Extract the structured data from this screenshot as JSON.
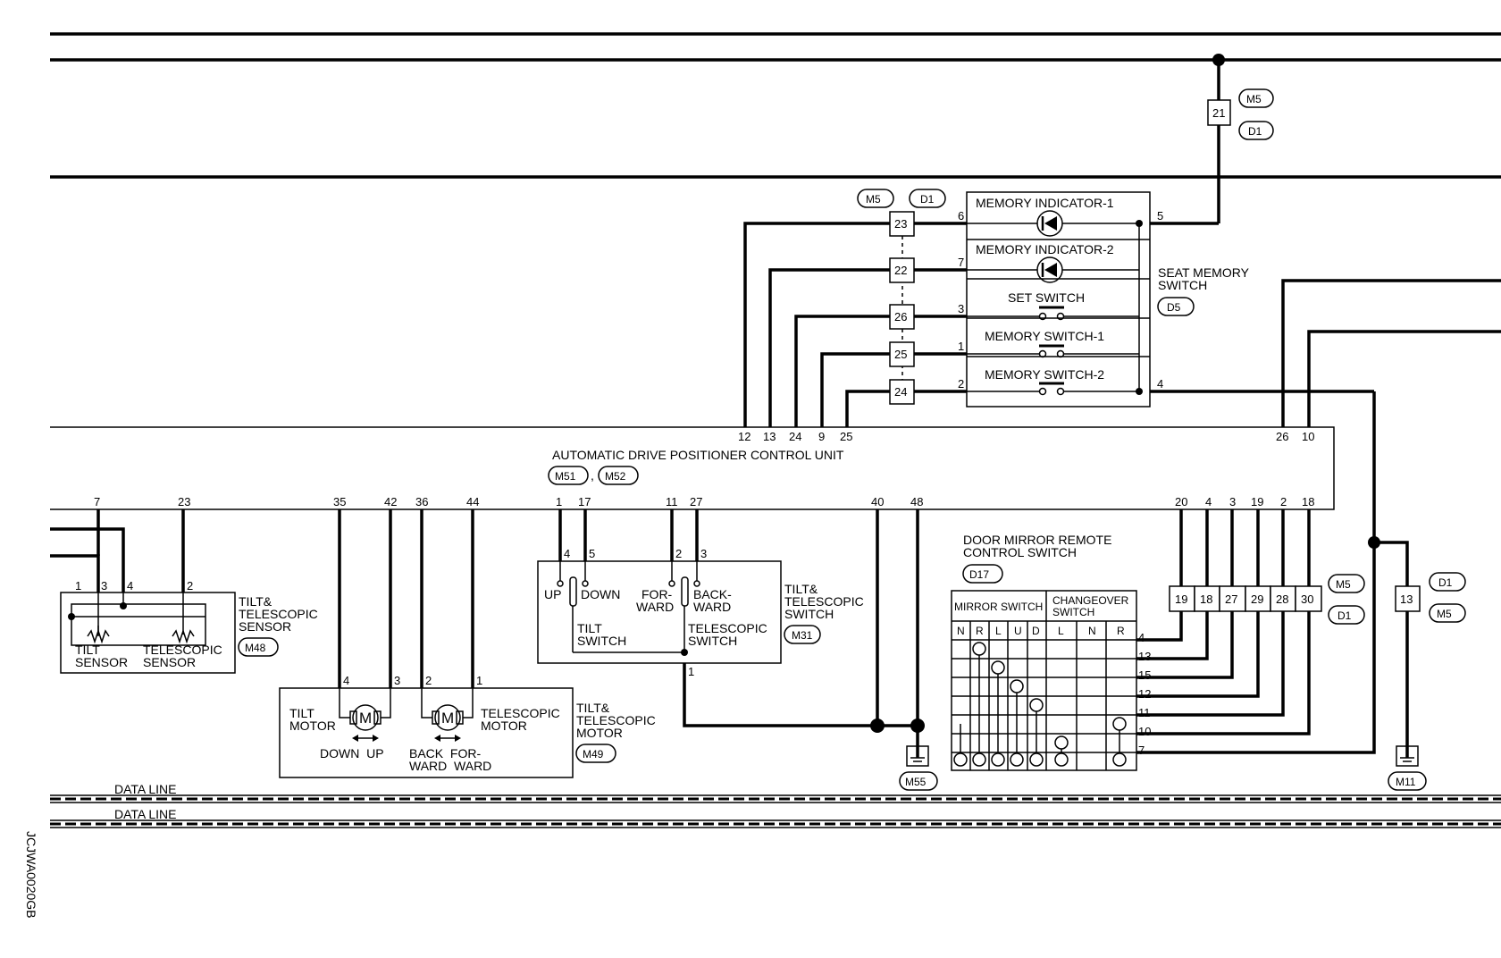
{
  "side_code": "JCJWA0020GB",
  "data_line_label": "DATA LINE",
  "splice_top": {
    "connectors": [
      "M5",
      "D1"
    ],
    "pin": "21"
  },
  "seat_memory": {
    "title_line1": "SEAT MEMORY",
    "title_line2": "SWITCH",
    "connector": "D5",
    "indicator1": "MEMORY INDICATOR-1",
    "indicator2": "MEMORY INDICATOR-2",
    "set_switch": "SET SWITCH",
    "memory_switch1": "MEMORY SWITCH-1",
    "memory_switch2": "MEMORY SWITCH-2",
    "pins_left": [
      "6",
      "7",
      "3",
      "1",
      "2"
    ],
    "pins_right": [
      "5",
      "4"
    ]
  },
  "inline_connectors": {
    "labels": [
      "M5",
      "D1"
    ],
    "pins": [
      "23",
      "22",
      "26",
      "25",
      "24"
    ]
  },
  "adp_unit": {
    "title": "AUTOMATIC DRIVE POSITIONER CONTROL UNIT",
    "connectors": [
      "M51",
      "M52"
    ],
    "sep": ",",
    "top_pins": [
      "12",
      "13",
      "24",
      "9",
      "25",
      "26",
      "10"
    ],
    "bottom_pins": [
      "7",
      "23",
      "35",
      "42",
      "36",
      "44",
      "1",
      "17",
      "11",
      "27",
      "40",
      "48",
      "20",
      "4",
      "3",
      "19",
      "2",
      "18"
    ]
  },
  "sensor": {
    "title_line1": "TILT&",
    "title_line2": "TELESCOPIC",
    "title_line3": "SENSOR",
    "connector": "M48",
    "pins": [
      "1",
      "3",
      "4",
      "2"
    ],
    "tilt1": "TILT",
    "tilt2": "SENSOR",
    "tele1": "TELESCOPIC",
    "tele2": "SENSOR"
  },
  "motor": {
    "title_line1": "TILT&",
    "title_line2": "TELESCOPIC",
    "title_line3": "MOTOR",
    "connector": "M49",
    "pins": [
      "4",
      "3",
      "2",
      "1"
    ],
    "tilt1": "TILT",
    "tilt2": "MOTOR",
    "tele1": "TELESCOPIC",
    "tele2": "MOTOR",
    "down_up": "DOWN  UP",
    "back1": "BACK  FOR-",
    "back2": "WARD  WARD",
    "m": "M"
  },
  "tswitch": {
    "title_line1": "TILT&",
    "title_line2": "TELESCOPIC",
    "title_line3": "SWITCH",
    "connector": "M31",
    "pins": [
      "4",
      "5",
      "2",
      "3",
      "1"
    ],
    "up": "UP",
    "down": "DOWN",
    "for1": "FOR-",
    "for2": "WARD",
    "back1": "BACK-",
    "back2": "WARD",
    "ts1": "TILT",
    "ts2": "SWITCH",
    "tel1": "TELESCOPIC",
    "tel2": "SWITCH"
  },
  "grounds": {
    "g1": "M55",
    "g2": "M11"
  },
  "mirror": {
    "title_line1": "DOOR MIRROR REMOTE",
    "title_line2": "CONTROL SWITCH",
    "connector": "D17",
    "mirror_switch": "MIRROR SWITCH",
    "changeover1": "CHANGEOVER",
    "changeover2": "SWITCH",
    "cols": [
      "N",
      "R",
      "L",
      "U",
      "D",
      "L",
      "N",
      "R"
    ],
    "pins": [
      "4",
      "13",
      "15",
      "12",
      "11",
      "10",
      "7"
    ]
  },
  "inline_right": {
    "pins": [
      "19",
      "18",
      "27",
      "29",
      "28",
      "30"
    ],
    "connectors": [
      "M5",
      "D1"
    ]
  },
  "splice_right": {
    "pin": "13",
    "connectors": [
      "D1",
      "M5"
    ]
  }
}
